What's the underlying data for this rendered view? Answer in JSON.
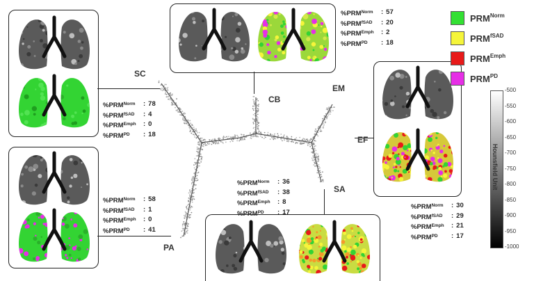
{
  "nodes": {
    "sc": "SC",
    "cb": "CB",
    "em": "EM",
    "ef": "EF",
    "sa": "SA",
    "pa": "PA"
  },
  "prm_labels": {
    "norm": [
      "%PRM",
      "Norm"
    ],
    "fsad": [
      "%PRM",
      "fSAD"
    ],
    "emph": [
      "%PRM",
      "Emph"
    ],
    "pd": [
      "%PRM",
      "PD"
    ]
  },
  "stats": {
    "cb": {
      "norm": "57",
      "fsad": "20",
      "emph": "2",
      "pd": "18"
    },
    "sc": {
      "norm": "78",
      "fsad": "4",
      "emph": "0",
      "pd": "18"
    },
    "pa": {
      "norm": "58",
      "fsad": "1",
      "emph": "0",
      "pd": "41"
    },
    "sa": {
      "norm": "36",
      "fsad": "38",
      "emph": "8",
      "pd": "17"
    },
    "ef": {
      "norm": "30",
      "fsad": "29",
      "emph": "21",
      "pd": "17"
    }
  },
  "legend": [
    {
      "base": "PRM",
      "sup": "Norm",
      "color": "#33e033"
    },
    {
      "base": "PRM",
      "sup": "fSAD",
      "color": "#f5f53a"
    },
    {
      "base": "PRM",
      "sup": "Emph",
      "color": "#e81a1a"
    },
    {
      "base": "PRM",
      "sup": "PD",
      "color": "#e62ee6"
    }
  ],
  "colorbar": {
    "title": "Hounsfield Unit",
    "ticks": [
      "-500",
      "-550",
      "-600",
      "-650",
      "-700",
      "-750",
      "-800",
      "-850",
      "-900",
      "-950",
      "-1000"
    ]
  }
}
